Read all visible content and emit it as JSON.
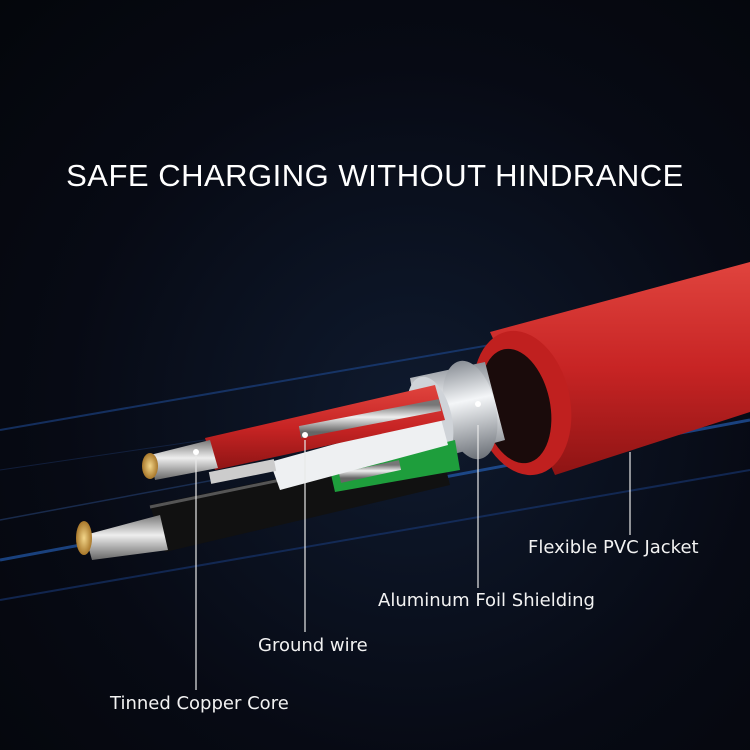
{
  "title": "SAFE CHARGING WITHOUT HINDRANCE",
  "labels": {
    "jacket": "Flexible PVC Jacket",
    "shielding": "Aluminum Foil Shielding",
    "ground": "Ground wire",
    "core": "Tinned Copper Core"
  },
  "colors": {
    "jacket": "#d42a2a",
    "background": "#070a14",
    "accent_streak": "#2a6fd6"
  }
}
